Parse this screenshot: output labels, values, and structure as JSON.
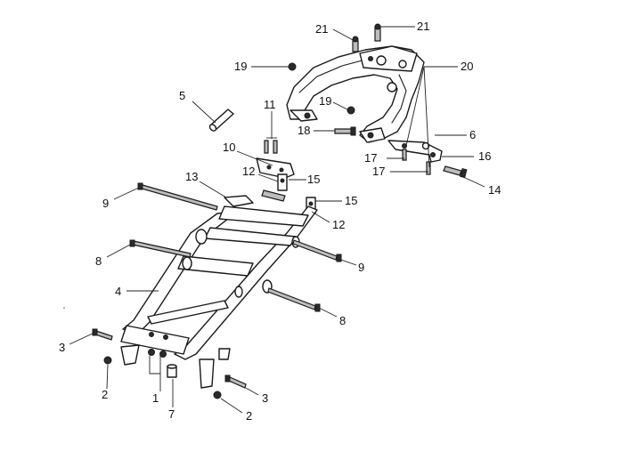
{
  "callouts": {
    "c1": "1",
    "c2a": "2",
    "c2b": "2",
    "c3a": "3",
    "c3b": "3",
    "c4": "4",
    "c5": "5",
    "c6": "6",
    "c7": "7",
    "c8a": "8",
    "c8b": "8",
    "c9a": "9",
    "c9b": "9",
    "c10": "10",
    "c11": "11",
    "c12a": "12",
    "c12b": "12",
    "c13": "13",
    "c14": "14",
    "c15a": "15",
    "c15b": "15",
    "c16": "16",
    "c17a": "17",
    "c17b": "17",
    "c18": "18",
    "c19a": "19",
    "c19b": "19",
    "c20": "20",
    "c21a": "21",
    "c21b": "21"
  }
}
